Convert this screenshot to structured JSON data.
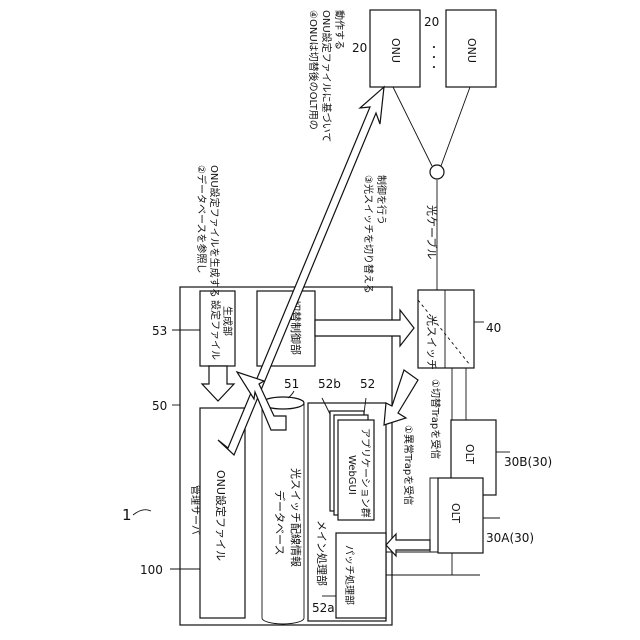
{
  "figure_label": "1",
  "refs": {
    "r100": "100",
    "r50": "50",
    "r53": "53",
    "r51": "51",
    "r52b": "52b",
    "r52": "52",
    "r52a": "52a",
    "r40": "40",
    "r20a": "20",
    "r20b": "20",
    "r30b": "30B(30)",
    "r30a": "30A(30)"
  },
  "labels": {
    "management_server": "管理サーバ",
    "onu_settings_file": "ONU設定ファイル",
    "settings_file_gen_1": "設定ファイル",
    "settings_file_gen_2": "生成部",
    "switch_controller": "切替制御部",
    "database": "データベース",
    "optical_switch_info": "光スイッチ配線情報",
    "main_processor": "メイン処理部",
    "webgui_1": "WebGUI",
    "webgui_2": "アプリケーション群",
    "patch_processor": "パッチ処理部",
    "optical_switch": "光スイッチ",
    "olt_b": "OLT",
    "olt_a": "OLT",
    "onu_1": "ONU",
    "onu_2": "ONU",
    "dots": "・・・",
    "optical_cable": "光ケーブル"
  },
  "steps": {
    "s1": "①異常Trapを受信",
    "s1b": "①切替Trapを受信",
    "s2_1": "②データベースを参照し",
    "s2_2": "ONU設定ファイルを生成する",
    "s3_1": "③光スイッチを切り替える",
    "s3_2": "制御を行う",
    "s4_1": "④ONUは切替後のOLT用の",
    "s4_2": "ONU設定ファイルに基づいて",
    "s4_3": "動作する"
  }
}
